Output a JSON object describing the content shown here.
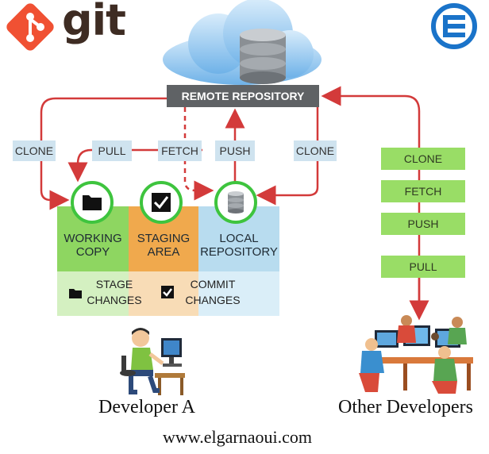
{
  "brand": {
    "logo_text": "git"
  },
  "remote": {
    "label": "REMOTE REPOSITORY"
  },
  "arrows": {
    "clone_left": "CLONE",
    "pull": "PULL",
    "fetch": "FETCH",
    "push": "PUSH",
    "clone_right": "CLONE"
  },
  "areas": {
    "working": {
      "line1": "WORKING",
      "line2": "COPY"
    },
    "staging": {
      "line1": "STAGING",
      "line2": "AREA"
    },
    "local": {
      "line1": "LOCAL",
      "line2": "REPOSITORY"
    }
  },
  "actions": {
    "stage": {
      "line1": "STAGE",
      "line2": "CHANGES"
    },
    "commit": {
      "line1": "COMMIT",
      "line2": "CHANGES"
    }
  },
  "other_ops": [
    "CLONE",
    "FETCH",
    "PUSH",
    "PULL"
  ],
  "captions": {
    "developer_a": "Developer A",
    "other_developers": "Other Developers",
    "website": "www.elgarnaoui.com"
  },
  "colors": {
    "arrow_red": "#d33a3a",
    "green_label": "#99dd66",
    "blue_label": "#cfe3ef",
    "working_green": "#8ed661",
    "staging_orange": "#f0a94d",
    "local_blue": "#b8dcef",
    "remote_bar": "#5f6265"
  }
}
